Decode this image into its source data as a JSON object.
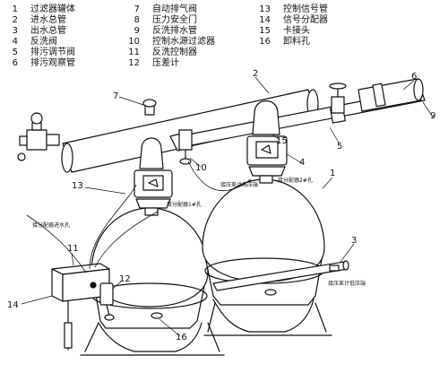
{
  "legend": [
    {
      "no": "1",
      "text": "过滤器罐体"
    },
    {
      "no": "2",
      "text": "进水总管"
    },
    {
      "no": "3",
      "text": "出水总管"
    },
    {
      "no": "4",
      "text": "反洗阀"
    },
    {
      "no": "5",
      "text": "排污调节阀"
    },
    {
      "no": "6",
      "text": "排污观察管"
    },
    {
      "no": "7",
      "text": "自动排气阀"
    },
    {
      "no": "8",
      "text": "压力安全门"
    },
    {
      "no": "9",
      "text": "反洗排水管"
    },
    {
      "no": "10",
      "text": "控制水源过滤器"
    },
    {
      "no": "11",
      "text": "反洗控制器"
    },
    {
      "no": "12",
      "text": "压差计"
    },
    {
      "no": "13",
      "text": "控制信号管"
    },
    {
      "no": "14",
      "text": "信号分配器"
    },
    {
      "no": "15",
      "text": "卡接头"
    },
    {
      "no": "16",
      "text": "卸料孔"
    }
  ],
  "callouts": {
    "c1": "1",
    "c2": "2",
    "c3": "3",
    "c4": "4",
    "c5": "5",
    "c6": "6",
    "c7": "7",
    "c9": "9",
    "c10": "10",
    "c11": "11",
    "c12": "12",
    "c13": "13",
    "c14": "14",
    "c15": "15",
    "c16": "16"
  },
  "notes": {
    "high_pressure": "接压差计高压端",
    "signal_dist_2": "接分配器2#孔",
    "signal_dist_1": "接分配器1#孔",
    "signal_dist_inlet": "接分配器进水孔",
    "low_pressure": "接压差计低压端"
  }
}
